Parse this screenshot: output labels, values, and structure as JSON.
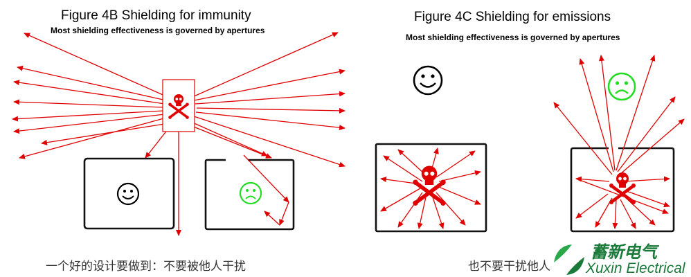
{
  "figure_b": {
    "title": "Figure 4B   Shielding for immunity",
    "subtitle": "Most shielding effectiveness is governed by apertures"
  },
  "figure_c": {
    "title": "Figure 4C   Shielding for emissions",
    "subtitle": "Most shielding effectiveness is governed by apertures"
  },
  "captions": {
    "left": "一个好的设计要做到：不要被他人干扰",
    "right": "也不要干扰他人"
  },
  "logo": {
    "chinese": "蓄新电气",
    "english": "Xuxin Electrical"
  },
  "icons": {
    "happy_face": "smiley-icon",
    "sad_face": "sad-face-icon",
    "hazard": "skull-crossbones-icon"
  },
  "colors": {
    "arrow": "#e00000",
    "sad_face": "#22dd22",
    "box": "#111111",
    "logo": "#1a7a3a"
  }
}
